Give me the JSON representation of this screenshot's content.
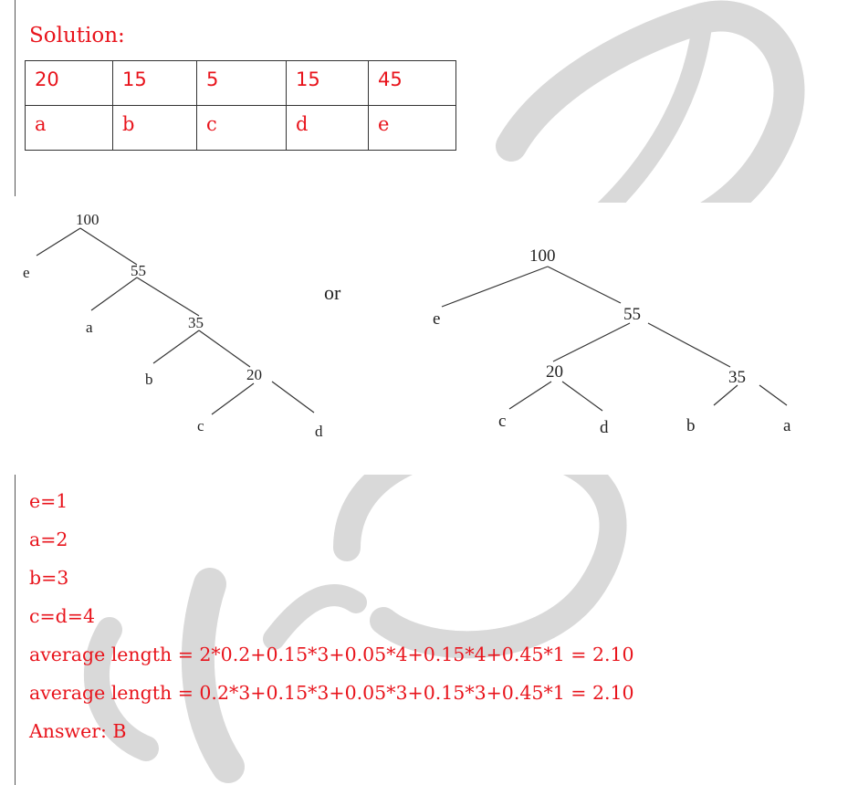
{
  "solution_label": "Solution:",
  "table": {
    "frequencies": [
      "20",
      "15",
      "5",
      "15",
      "45"
    ],
    "symbols": [
      "a",
      "b",
      "c",
      "d",
      "e"
    ]
  },
  "tree1": {
    "root": "100",
    "n55": "55",
    "n35": "35",
    "n20": "20",
    "leaf_e": "e",
    "leaf_a": "a",
    "leaf_b": "b",
    "leaf_c": "c",
    "leaf_d": "d"
  },
  "or_text": "or",
  "tree2": {
    "root": "100",
    "n55": "55",
    "n20": "20",
    "n35": "35",
    "leaf_e": "e",
    "leaf_c": "c",
    "leaf_d": "d",
    "leaf_b": "b",
    "leaf_a": "a"
  },
  "lines": [
    "e=1",
    "a=2",
    "b=3",
    "c=d=4",
    "average length = 2*0.2+0.15*3+0.05*4+0.15*4+0.45*1 = 2.10",
    "average length = 0.2*3+0.15*3+0.05*3+0.15*3+0.45*1 = 2.10",
    "Answer: B"
  ],
  "colors": {
    "text": "#e8141c",
    "tree": "#333333",
    "watermark": "#d6d6d6"
  }
}
